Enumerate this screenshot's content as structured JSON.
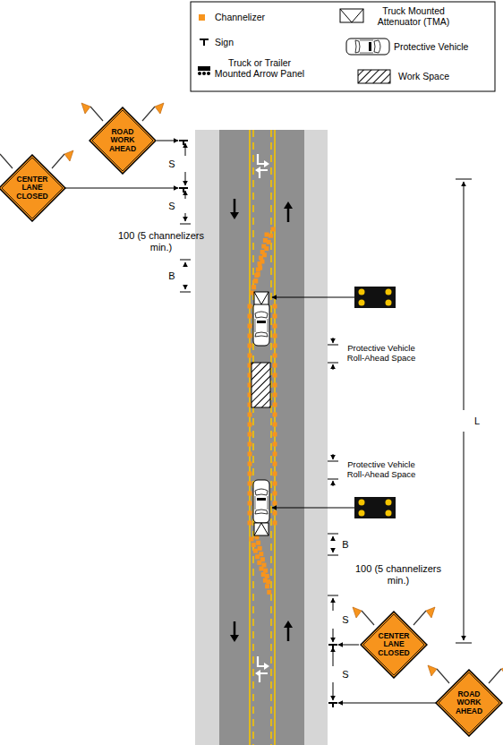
{
  "diagram": {
    "nodes": [
      {
        "text": [
          "ROAD WORK AHEAD"
        ]
      },
      {
        "text": [
          "CENTER LANE CLOSED"
        ]
      },
      {
        "text": [
          "CENTER LANE CLOSED"
        ]
      },
      {
        "text": [
          "ROAD WORK AHEAD"
        ]
      }
    ],
    "labels": [
      "S",
      "S",
      "100 (5 channelizers min.)",
      "B",
      "Protective Vehicle Roll-Ahead Space",
      "Protective Vehicle Roll-Ahead Space",
      "L",
      "B",
      "100 (5 channelizers min.)",
      "S",
      "S"
    ],
    "legend": [
      {
        "text": "Channelizer",
        "color": "#f7941d"
      },
      {
        "text": "Sign"
      },
      {
        "text": "Truck or Trailer Mounted Arrow Panel"
      },
      {
        "text": "Truck Mounted Attenuator (TMA)"
      },
      {
        "text": "Protective Vehicle"
      },
      {
        "text": "Work Space"
      }
    ]
  }
}
